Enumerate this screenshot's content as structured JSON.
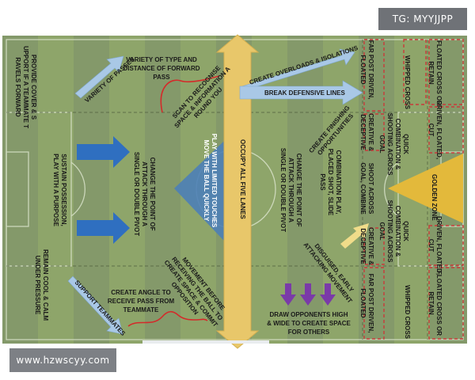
{
  "watermarks": {
    "top_right": "TG: MYYJJPP",
    "bottom_left": "www.hzwscyy.com"
  },
  "colors": {
    "pitch": "#8ea56a",
    "pitch_stripe": "#84996a",
    "flow_arrow": "#a9c8e6",
    "blue_arrow": "#2f6fc0",
    "center_triangle": "#4d7fb7",
    "occupy_lane": "#e8c76a",
    "golden_zone": "#e3b93b",
    "purple_arrow": "#7a3aa8",
    "red_curve": "#d42a2a",
    "red_dash": "#c93a3a"
  },
  "labels": {
    "provide_cover": "PROVIDE COVER & SUPPORT IF A TEAMMATE TRAVELS FORWARD",
    "sustain_possession": "SUSTAIN POSSESSION, PLAY WITH A PURPOSE",
    "remain_calm": "REMAIN COOL & CALM UNDER PRESSURE",
    "variety_of_passes": "VARIETY OF PASSES",
    "variety_type": "VARIETY OF TYPE AND DISTANCE OF FORWARD PASS",
    "scan": "SCAN TO RECOGNISE SPACE & INFORMATION AROUND YOU",
    "change_point_left": "CHANGE THE POINT OF ATTACK THROUGH A SINGLE OR DOUBLE PIVOT",
    "play_limited": "PLAY WITH LIMITED TOUCHES MOVE THE BALL QUICKLY",
    "movement_before": "MOVEMENT BEFORE RECEIVING THE BALL TO CREATE SPACE & COMMIT OPPOSITION",
    "support_teammates": "SUPPORT TEAMMATES",
    "create_angle": "CREATE ANGLE TO RECEIVE PASS FROM TEAMMATE",
    "occupy_lanes": "OCCUPY ALL FIVE LANES",
    "create_overloads": "CREATE OVERLOADS & ISOLATIONS",
    "break_lines": "BREAK DEFENSIVE LINES",
    "create_finishing": "CREATE FINISHING OPPORTUNITIES",
    "change_point_right": "CHANGE THE POINT OF ATTACK THROUGH A SINGLE OR DOUBLE PIVOT",
    "combination_play": "COMBINATION PLAY, PLACED SHOT, SLIDE PASS",
    "disguised": "DISGUISED, EARLY ATTACKING MOVEMENT",
    "draw_opponents": "DRAW OPPONENTS HIGH & WIDE TO CREATE SPACE FOR OTHERS",
    "creative_top": "CREATIVE & DECEPTIVE",
    "creative_bottom": "CREATIVE & DECEPTIVE",
    "shoot_across": "SHOOT ACROSS GOAL, COMBINE",
    "far_post_top": "FAR POST DRIVEN, FLOATED",
    "far_post_bottom": "FAR POST DRIVEN, FLOATED",
    "whipped_top": "WHIPPED CROSS",
    "whipped_bottom": "WHIPPED CROSS",
    "quick_combo_top": "QUICK COMBINATION & SHOOTING ACROSS GOAL",
    "quick_combo_bottom": "QUICK COMBINATION & SHOOTING ACROSS GOAL",
    "floated_top": "FLOATED CROSS OR RETAIN",
    "floated_bottom": "FLOATED CROSS OR RETAIN",
    "driven_top": "DRIVEN, FLOATED, CUT",
    "driven_bottom": "DRIVEN, FLOATED, CUT",
    "golden_zone": "GOLDEN ZONE"
  }
}
